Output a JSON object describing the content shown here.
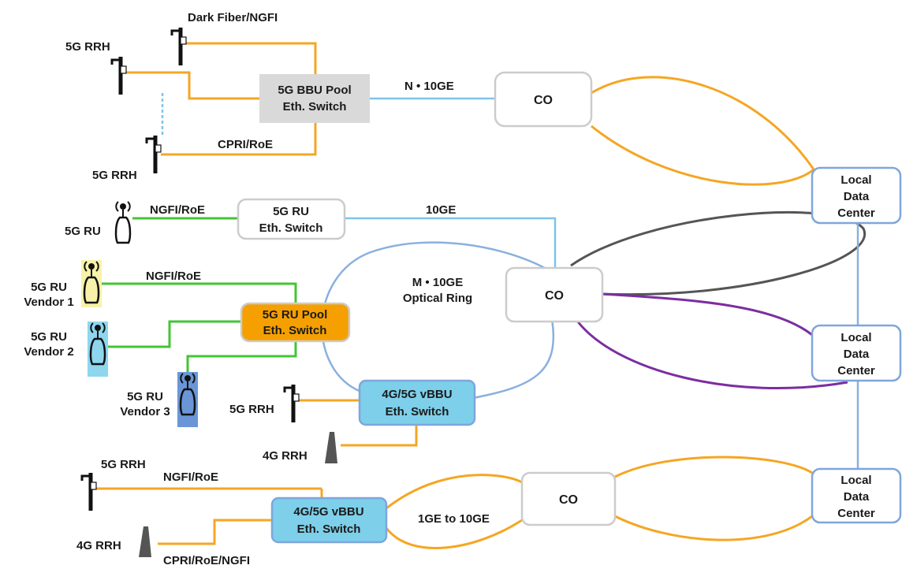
{
  "colors": {
    "orange_line": "#F5A623",
    "blue_line": "#7FC4E8",
    "green_line": "#44C435",
    "ring_line": "#8AB0DE",
    "grey_line": "#555555",
    "purple_line": "#7B2EA0",
    "box_border": "#7FA6DC",
    "bbu_pool_fill": "#D9D9D9",
    "ru_pool_fill": "#F5A000",
    "vbbu_fill": "#7DCFEA",
    "vendor1_fill": "#F7F2A8",
    "vendor2_fill": "#8ED6EE",
    "vendor3_fill": "#6A96D8"
  },
  "nodes": {
    "bbu_pool": [
      "5G BBU Pool",
      "Eth. Switch"
    ],
    "ru_switch": [
      "5G RU",
      "Eth. Switch"
    ],
    "ru_pool": [
      "5G RU Pool",
      "Eth. Switch"
    ],
    "vbbu_mid": [
      "4G/5G vBBU",
      "Eth. Switch"
    ],
    "vbbu_bottom": [
      "4G/5G vBBU",
      "Eth. Switch"
    ],
    "co_top": "CO",
    "co_mid": "CO",
    "co_bottom": "CO",
    "ldc_top": [
      "Local",
      "Data",
      "Center"
    ],
    "ldc_mid": [
      "Local",
      "Data",
      "Center"
    ],
    "ldc_bottom": [
      "Local",
      "Data",
      "Center"
    ]
  },
  "labels": {
    "dark_fiber": "Dark Fiber/NGFI",
    "rrh_top": "5G RRH",
    "rrh_top_bottom": "5G RRH",
    "cpri_roe": "CPRI/RoE",
    "n_10ge": "N • 10GE",
    "ngfi_roe_1": "NGFI/RoE",
    "ru_single": "5G RU",
    "ge10": "10GE",
    "ngfi_roe_2": "NGFI/RoE",
    "vendor1": [
      "5G RU",
      "Vendor 1"
    ],
    "vendor2": [
      "5G RU",
      "Vendor 2"
    ],
    "vendor3": [
      "5G RU",
      "Vendor 3"
    ],
    "ring": [
      "M • 10GE",
      "Optical Ring"
    ],
    "rrh_mid": "5G RRH",
    "rrh4g_mid": "4G RRH",
    "rrh_bottom": "5G RRH",
    "ngfi_roe_3": "NGFI/RoE",
    "rrh4g_bottom": "4G RRH",
    "cpri_roe_ngfi": "CPRI/RoE/NGFI",
    "ge1_to_10": "1GE to 10GE"
  }
}
